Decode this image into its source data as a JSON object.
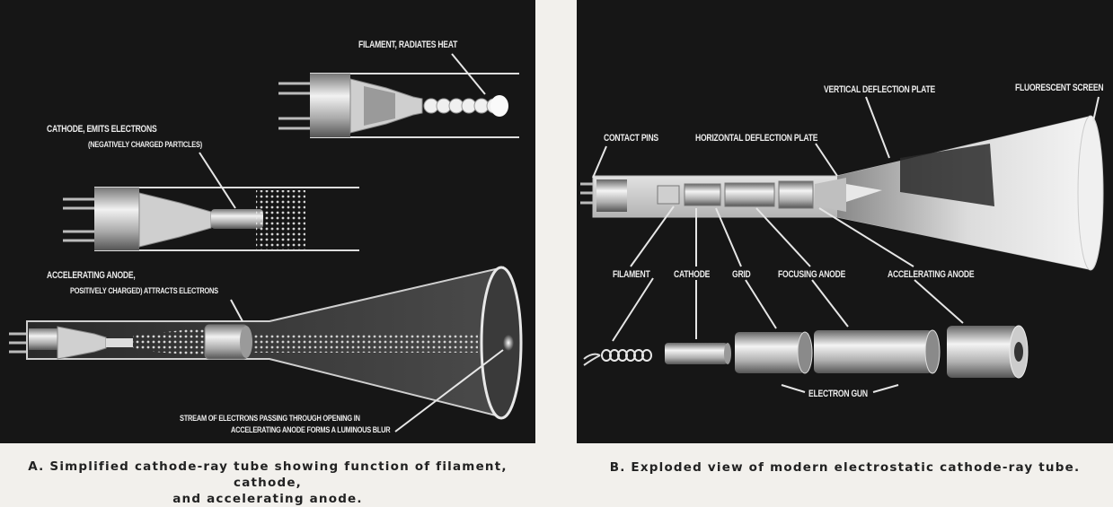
{
  "panel_a": {
    "labels": {
      "filament": "FILAMENT, RADIATES HEAT",
      "cathode_line1": "CATHODE, EMITS ELECTRONS",
      "cathode_line2": "(NEGATIVELY CHARGED PARTICLES)",
      "anode_line1": "ACCELERATING ANODE,",
      "anode_line2": "POSITIVELY CHARGED) ATTRACTS ELECTRONS",
      "stream_line1": "STREAM OF ELECTRONS PASSING THROUGH OPENING IN",
      "stream_line2": "ACCELERATING ANODE FORMS A LUMINOUS BLUR"
    },
    "caption_line1": "A. Simplified cathode-ray tube showing function of filament, cathode,",
    "caption_line2": "and accelerating anode."
  },
  "panel_b": {
    "labels": {
      "vertical_plate": "VERTICAL DEFLECTION PLATE",
      "fluorescent_screen": "FLUORESCENT SCREEN",
      "contact_pins": "CONTACT PINS",
      "horizontal_plate": "HORIZONTAL DEFLECTION PLATE",
      "filament": "FILAMENT",
      "cathode": "CATHODE",
      "grid": "GRID",
      "focusing_anode": "FOCUSING ANODE",
      "accelerating_anode": "ACCELERATING ANODE",
      "electron_gun": "ELECTRON GUN"
    },
    "caption": "B. Exploded view of modern electrostatic cathode-ray tube."
  },
  "colors": {
    "background": "#161616",
    "metal": "#d8d8d8",
    "line": "#e6e6e6",
    "page": "#f2f0ec"
  }
}
